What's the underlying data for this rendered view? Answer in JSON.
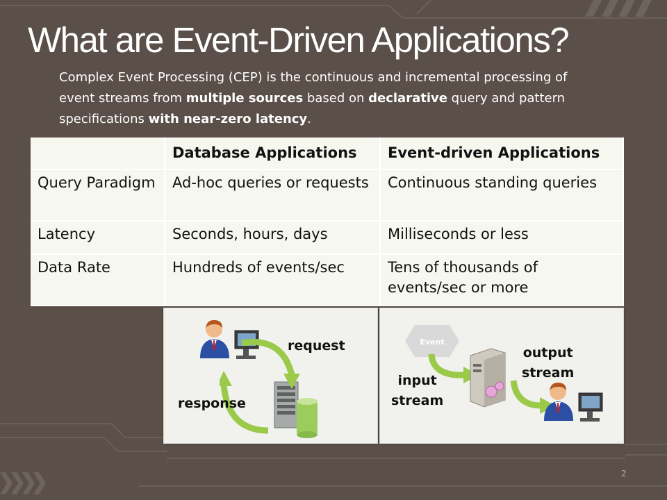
{
  "slide": {
    "title": "What are Event-Driven Applications?",
    "intro": {
      "p1": "Complex Event Processing (CEP) is the continuous and incremental processing of event streams from ",
      "b1": "multiple sources",
      "p2": " based on ",
      "b2": "declarative",
      "p3": " query and pattern specifications ",
      "b3": "with near-zero latency",
      "p4": "."
    },
    "page_number": "2"
  },
  "table": {
    "headers": [
      "",
      "Database Applications",
      "Event-driven Applications"
    ],
    "rows": [
      [
        "Query Paradigm",
        "Ad-hoc queries or requests",
        "Continuous standing queries"
      ],
      [
        "Latency",
        "Seconds, hours, days",
        "Milliseconds or less"
      ],
      [
        "Data Rate",
        "Hundreds of events/sec",
        "Tens of thousands of events/sec or more"
      ]
    ]
  },
  "diagram_db": {
    "request_label": "request",
    "response_label": "response"
  },
  "diagram_event": {
    "event_label": "Event",
    "input_label_1": "input",
    "input_label_2": "stream",
    "output_label_1": "output",
    "output_label_2": "stream"
  },
  "colors": {
    "background": "#5a4f49",
    "table_bg": "#f6f8f0",
    "arrow_green": "#9bc94a"
  }
}
